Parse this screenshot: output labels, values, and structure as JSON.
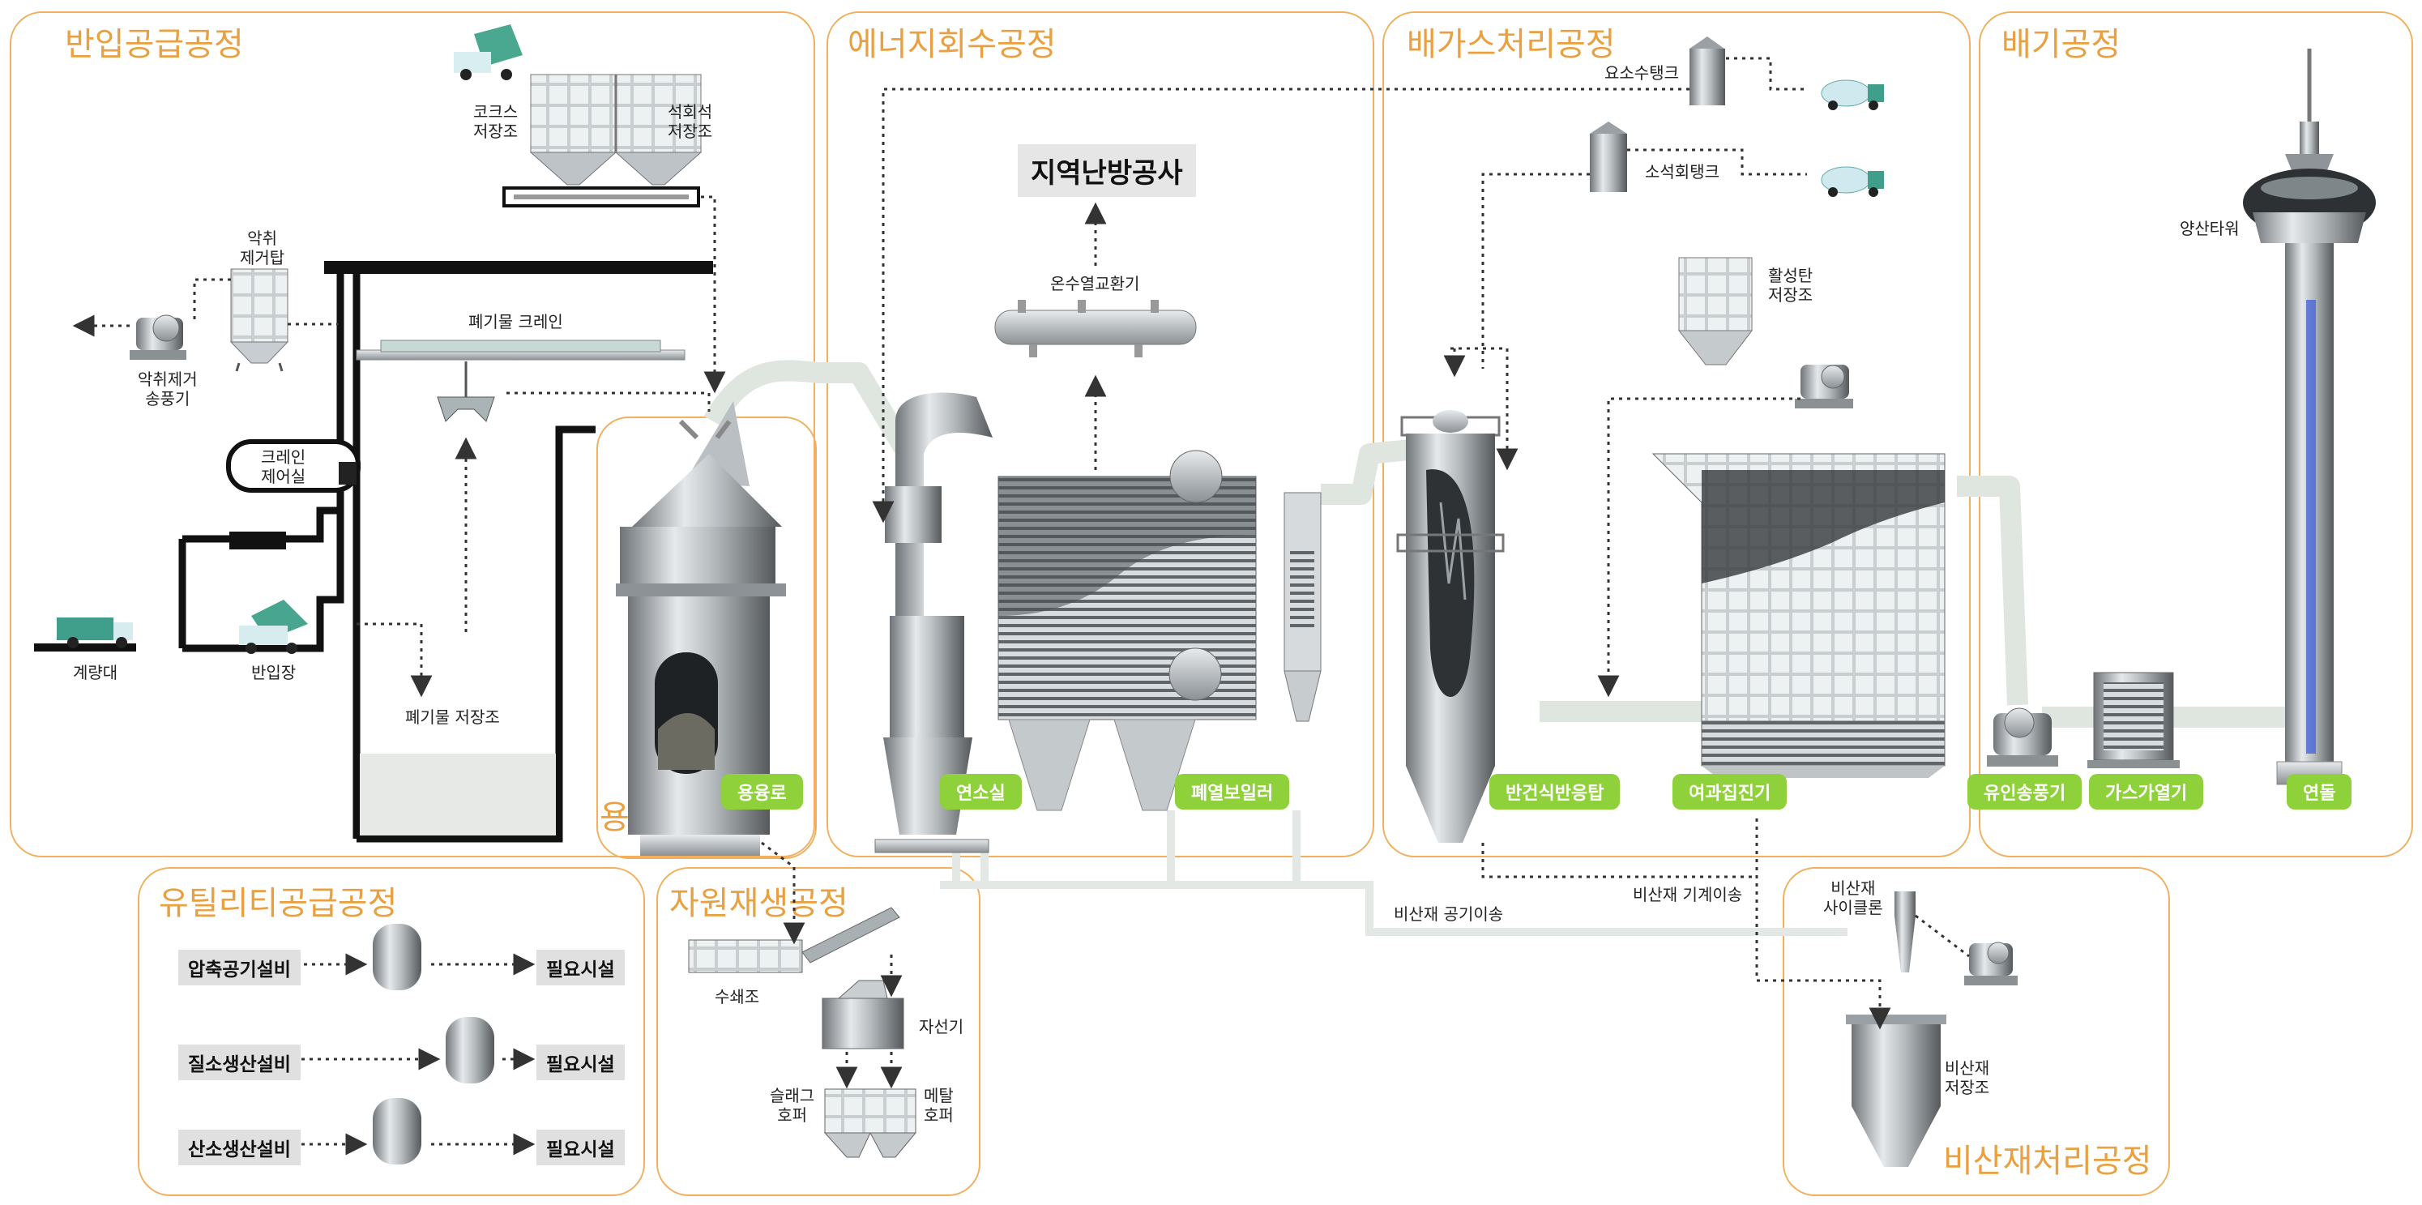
{
  "regions": {
    "input_supply": "반입공급공정",
    "energy_recovery": "에너지회수공정",
    "flue_gas": "배가스처리공정",
    "exhaust": "배기공정",
    "melting": "용융공정",
    "utility": "유틸리티공급공정",
    "resource_recycling": "자원재생공정",
    "fly_ash": "비산재처리공정"
  },
  "labels": {
    "coke_storage": "코크스\n저장조",
    "limestone_storage": "석회석\n저장조",
    "deodorizer_tower": "악취\n제거탑",
    "deodorizer_blower": "악취제거\n송풍기",
    "waste_crane": "폐기물 크레인",
    "crane_control": "크레인\n제어실",
    "weighbridge": "계량대",
    "receiving": "반입장",
    "waste_pit": "폐기물 저장조",
    "district_heating": "지역난방공사",
    "hot_water_hx": "온수열교환기",
    "urea_tank": "요소수탱크",
    "slaked_lime_tank": "소석회탱크",
    "activated_carbon": "활성탄\n저장조",
    "yangsan_tower": "양산타워",
    "water_trough": "수쇄조",
    "magnetic_separator": "자선기",
    "slag_hopper": "슬래그\n호퍼",
    "metal_hopper": "메탈\n호퍼",
    "fly_ash_mech": "비산재 기계이송",
    "fly_ash_pneu": "비산재 공기이송",
    "fly_ash_cyclone": "비산재\n사이클론",
    "fly_ash_storage": "비산재\n저장조"
  },
  "equipment": {
    "melting_furnace": "용융로",
    "combustion_chamber": "연소실",
    "waste_heat_boiler": "폐열보일러",
    "semi_dry_reactor": "반건식반응탑",
    "bag_filter": "여과집진기",
    "induced_fan": "유인송풍기",
    "gas_heater": "가스가열기",
    "stack": "연돌"
  },
  "utility": {
    "rows": [
      {
        "source": "압축공기설비",
        "target": "필요시설"
      },
      {
        "source": "질소생산설비",
        "target": "필요시설"
      },
      {
        "source": "산소생산설비",
        "target": "필요시설"
      }
    ]
  },
  "colors": {
    "region_border": "#f0b060",
    "region_title": "#e8a040",
    "pill": "#8fd13a",
    "duct": "#dfe6e0",
    "building": "#111111",
    "tower_window": "#3d5fd8"
  }
}
